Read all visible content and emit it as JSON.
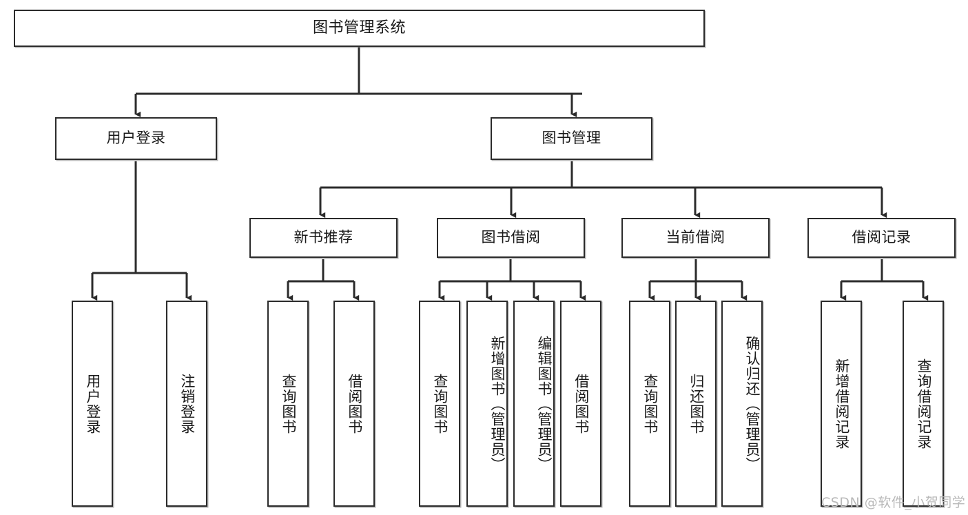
{
  "diagram": {
    "title": "图书管理系统",
    "type": "tree-hierarchy",
    "watermark": "CSDN @软件_小贺同学",
    "colors": {
      "stroke": "#2b2b2b",
      "fill": "#ffffff",
      "text": "#1a1a1a",
      "watermark": "#b9b9b9"
    },
    "levels": {
      "level0": [
        {
          "id": "root",
          "label": "图书管理系统",
          "orientation": "horizontal"
        }
      ],
      "level1": [
        {
          "id": "user-login",
          "label": "用户登录",
          "orientation": "horizontal"
        },
        {
          "id": "book-manage",
          "label": "图书管理",
          "orientation": "horizontal"
        }
      ],
      "level2": [
        {
          "id": "new-book-rec",
          "label": "新书推荐",
          "orientation": "horizontal"
        },
        {
          "id": "book-borrow",
          "label": "图书借阅",
          "orientation": "horizontal"
        },
        {
          "id": "current-borrow",
          "label": "当前借阅",
          "orientation": "horizontal"
        },
        {
          "id": "borrow-record",
          "label": "借阅记录",
          "orientation": "horizontal"
        }
      ],
      "level3": [
        {
          "id": "leaf-user-login",
          "label": "用户登录",
          "orientation": "vertical",
          "parent": "user-login"
        },
        {
          "id": "leaf-user-logout",
          "label": "注销登录",
          "orientation": "vertical",
          "parent": "user-login"
        },
        {
          "id": "leaf-query-book-rec",
          "label": "查询图书",
          "orientation": "vertical",
          "parent": "new-book-rec"
        },
        {
          "id": "leaf-borrow-book-rec",
          "label": "借阅图书",
          "orientation": "vertical",
          "parent": "new-book-rec"
        },
        {
          "id": "leaf-query-book-borrow",
          "label": "查询图书",
          "orientation": "vertical",
          "parent": "book-borrow"
        },
        {
          "id": "leaf-add-book",
          "label": "新增图书（管理员）",
          "orientation": "vertical",
          "parent": "book-borrow"
        },
        {
          "id": "leaf-edit-book",
          "label": "编辑图书（管理员）",
          "orientation": "vertical",
          "parent": "book-borrow"
        },
        {
          "id": "leaf-borrow-book",
          "label": "借阅图书",
          "orientation": "vertical",
          "parent": "book-borrow"
        },
        {
          "id": "leaf-query-book-cur",
          "label": "查询图书",
          "orientation": "vertical",
          "parent": "current-borrow"
        },
        {
          "id": "leaf-return-book",
          "label": "归还图书",
          "orientation": "vertical",
          "parent": "current-borrow"
        },
        {
          "id": "leaf-confirm-return",
          "label": "确认归还（管理员）",
          "orientation": "vertical",
          "parent": "current-borrow"
        },
        {
          "id": "leaf-add-record",
          "label": "新增借阅记录",
          "orientation": "vertical",
          "parent": "borrow-record"
        },
        {
          "id": "leaf-query-record",
          "label": "查询借阅记录",
          "orientation": "vertical",
          "parent": "borrow-record"
        }
      ]
    }
  }
}
